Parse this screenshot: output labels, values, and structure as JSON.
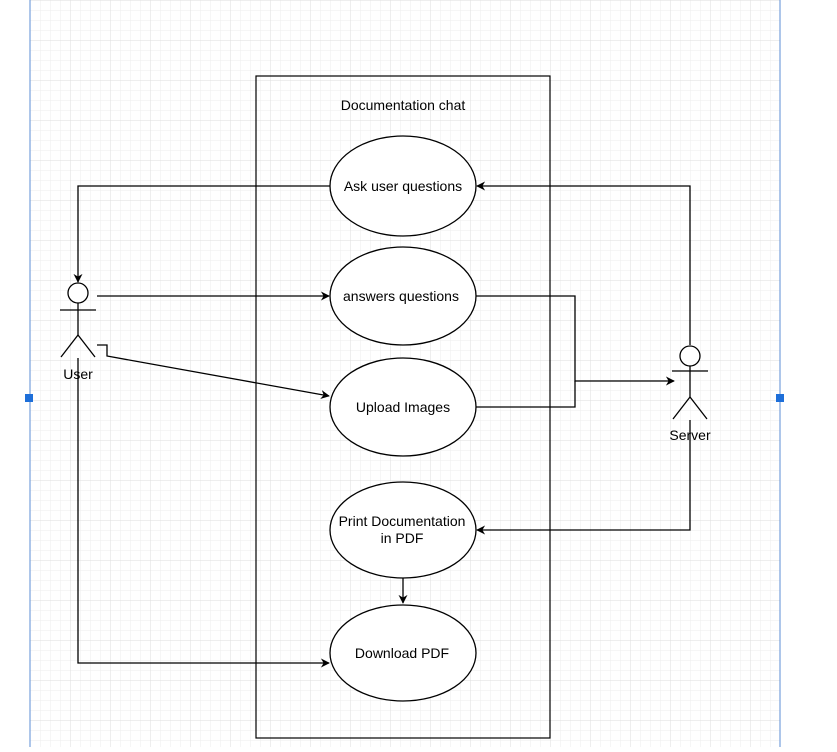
{
  "diagram": {
    "system": {
      "title": "Documentation chat"
    },
    "actors": {
      "user": {
        "label": "User"
      },
      "server": {
        "label": "Server"
      }
    },
    "use_cases": {
      "ask": {
        "label": "Ask user questions"
      },
      "answers": {
        "label": "answers questions"
      },
      "upload": {
        "label": "Upload Images"
      },
      "print": {
        "line1": "Print Documentation",
        "line2": "in PDF"
      },
      "download": {
        "label": "Download PDF"
      }
    }
  },
  "colors": {
    "stroke": "#000000",
    "grid_minor": "#eeeeee",
    "grid_major": "#dddddd",
    "page_border": "#5b8ed6",
    "selection_handle": "#1e6fd9",
    "background": "#ffffff"
  }
}
